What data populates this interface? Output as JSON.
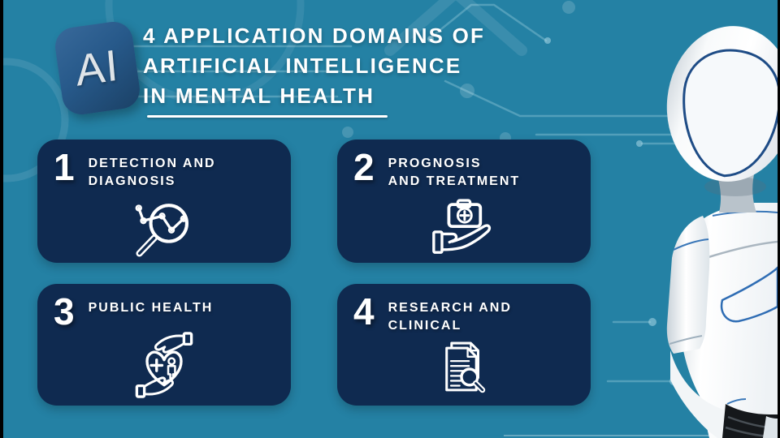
{
  "page": {
    "background_color": "#2481A4",
    "card_color": "#0F2A50",
    "logo_color": "#27598A",
    "text_color": "#FFFFFF",
    "robot_accent_color": "#2F6DB4"
  },
  "logo": {
    "text": "AI"
  },
  "header": {
    "title_lines": [
      "4 APPLICATION DOMAINS OF",
      "ARTIFICIAL INTELLIGENCE",
      "IN MENTAL HEALTH"
    ],
    "underline_under": "MENTAL HEALTH"
  },
  "cards": [
    {
      "number": "1",
      "label_lines": [
        "DETECTION AND",
        "DIAGNOSIS"
      ],
      "icon": "magnifier-chart-icon"
    },
    {
      "number": "2",
      "label_lines": [
        "PROGNOSIS",
        "AND TREATMENT"
      ],
      "icon": "hand-first-aid-kit-icon"
    },
    {
      "number": "3",
      "label_lines": [
        "PUBLIC HEALTH"
      ],
      "icon": "hands-heart-care-icon"
    },
    {
      "number": "4",
      "label_lines": [
        "RESEARCH AND",
        "CLINICAL"
      ],
      "icon": "document-magnifier-icon"
    }
  ],
  "illustration": {
    "name": "white-humanoid-robot"
  }
}
